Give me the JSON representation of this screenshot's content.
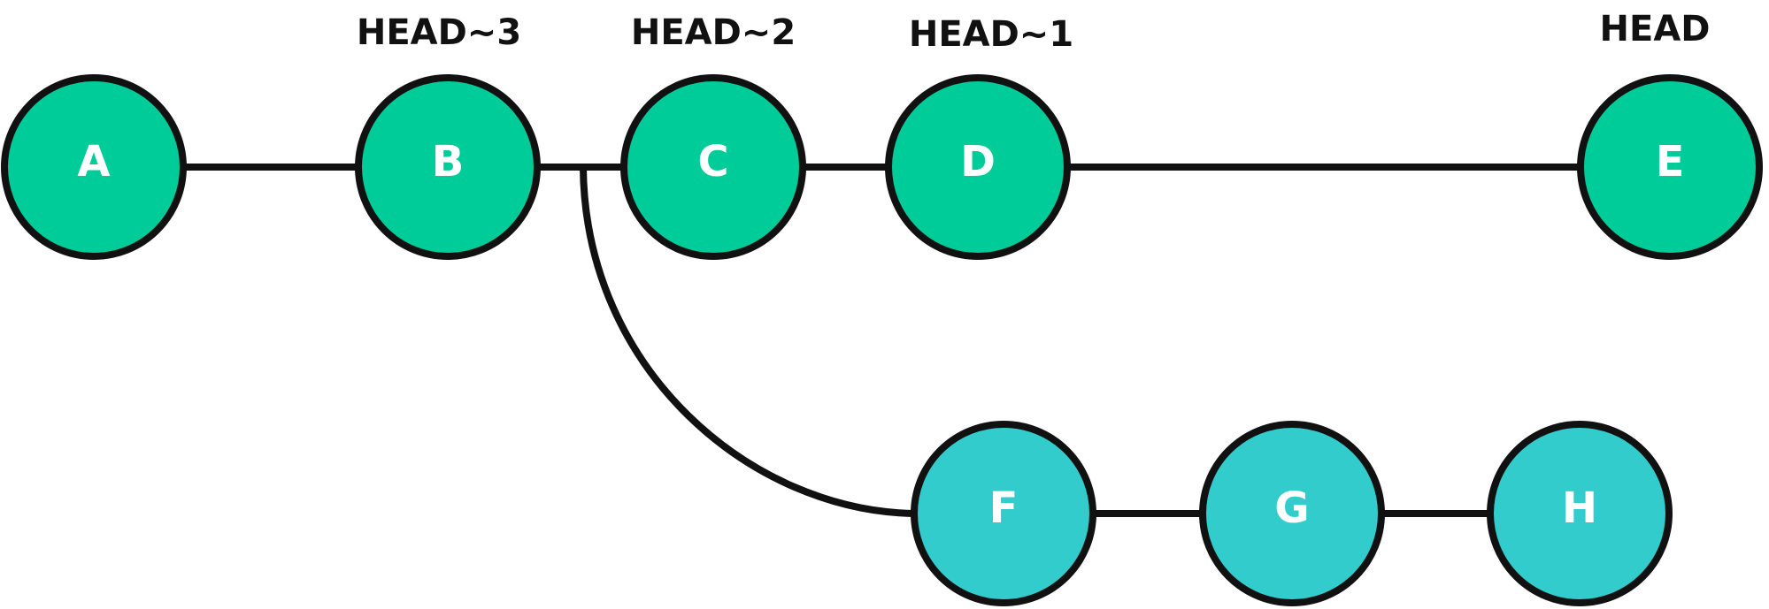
{
  "colors": {
    "main_branch": "#00cc99",
    "feature_branch": "#33cccc",
    "stroke": "#111111",
    "label": "#ffffff"
  },
  "nodes": {
    "A": {
      "label": "A",
      "branch": "main"
    },
    "B": {
      "label": "B",
      "branch": "main"
    },
    "C": {
      "label": "C",
      "branch": "main"
    },
    "D": {
      "label": "D",
      "branch": "main"
    },
    "E": {
      "label": "E",
      "branch": "main"
    },
    "F": {
      "label": "F",
      "branch": "feature"
    },
    "G": {
      "label": "G",
      "branch": "feature"
    },
    "H": {
      "label": "H",
      "branch": "feature"
    }
  },
  "refs": {
    "head3": "HEAD~3",
    "head2": "HEAD~2",
    "head1": "HEAD~1",
    "head": "HEAD"
  },
  "edges": [
    {
      "from": "A",
      "to": "B"
    },
    {
      "from": "B",
      "to": "C"
    },
    {
      "from": "C",
      "to": "D"
    },
    {
      "from": "D",
      "to": "E"
    },
    {
      "from": "B",
      "to": "F"
    },
    {
      "from": "F",
      "to": "G"
    },
    {
      "from": "G",
      "to": "H"
    }
  ]
}
